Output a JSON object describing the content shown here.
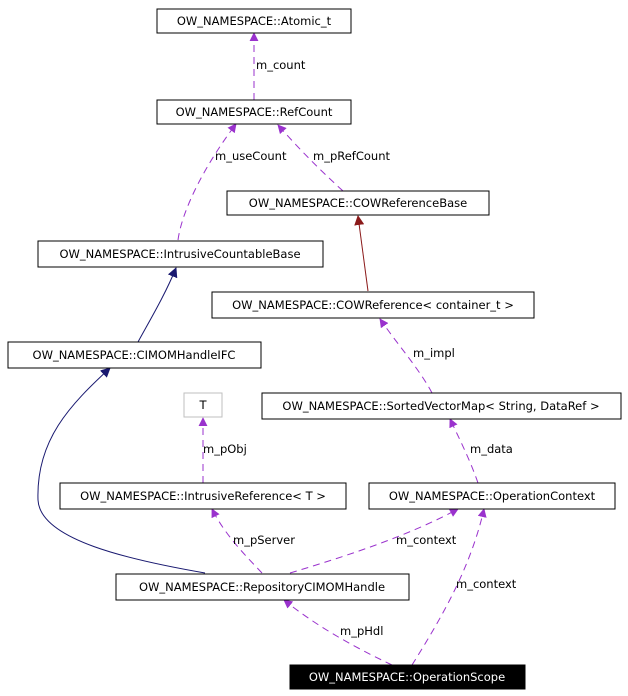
{
  "diagram": {
    "nodes": [
      {
        "id": "atomic",
        "label": "OW_NAMESPACE::Atomic_t"
      },
      {
        "id": "refcount",
        "label": "OW_NAMESPACE::RefCount"
      },
      {
        "id": "cowrefbase",
        "label": "OW_NAMESPACE::COWReferenceBase"
      },
      {
        "id": "intrusivecountable",
        "label": "OW_NAMESPACE::IntrusiveCountableBase"
      },
      {
        "id": "cowref",
        "label": "OW_NAMESPACE::COWReference< container_t >"
      },
      {
        "id": "cimomhandleifc",
        "label": "OW_NAMESPACE::CIMOMHandleIFC"
      },
      {
        "id": "t",
        "label": "T"
      },
      {
        "id": "sortedvectormap",
        "label": "OW_NAMESPACE::SortedVectorMap< String, DataRef >"
      },
      {
        "id": "intrusiveref",
        "label": "OW_NAMESPACE::IntrusiveReference< T >"
      },
      {
        "id": "opcontext",
        "label": "OW_NAMESPACE::OperationContext"
      },
      {
        "id": "repocimom",
        "label": "OW_NAMESPACE::RepositoryCIMOMHandle"
      },
      {
        "id": "opscope",
        "label": "OW_NAMESPACE::OperationScope"
      }
    ],
    "edge_labels": [
      {
        "id": "m_count",
        "text": "m_count"
      },
      {
        "id": "m_useCount",
        "text": "m_useCount"
      },
      {
        "id": "m_pRefCount",
        "text": "m_pRefCount"
      },
      {
        "id": "m_impl",
        "text": "m_impl"
      },
      {
        "id": "m_pObj",
        "text": "m_pObj"
      },
      {
        "id": "m_data",
        "text": "m_data"
      },
      {
        "id": "m_pServer",
        "text": "m_pServer"
      },
      {
        "id": "m_context_1",
        "text": "m_context"
      },
      {
        "id": "m_context_2",
        "text": "m_context"
      },
      {
        "id": "m_pHdl",
        "text": "m_pHdl"
      }
    ],
    "colors": {
      "usage_edge": "#9a32cd",
      "inheritance_edge": "#191970",
      "template_edge": "#8b1a1a",
      "node_border": "#000000",
      "template_node_border": "#bfbfbf",
      "focus_fill": "#000000",
      "focus_text": "#ffffff"
    }
  }
}
